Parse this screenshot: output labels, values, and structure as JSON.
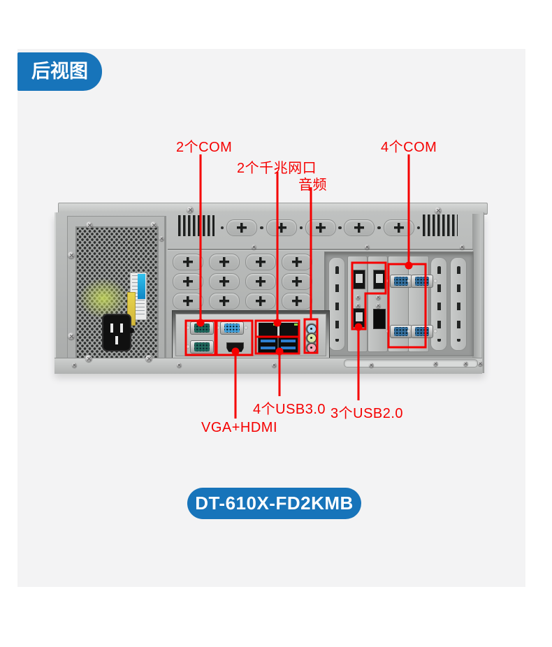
{
  "figure": {
    "title_badge": "后视图",
    "model_badge": "DT-610X-FD2KMB"
  },
  "annotations": {
    "com_rear_io": "2个COM",
    "lan": "2个千兆网口",
    "audio": "音频",
    "com_cards": "4个COM",
    "usb3": "4个USB3.0",
    "vga_hdmi": "VGA+HDMI",
    "usb2": "3个USB2.0"
  },
  "colors": {
    "annotation_red": "#f50000",
    "brand_blue": "#1774ba",
    "panel_gray": "#f3f3f4"
  }
}
